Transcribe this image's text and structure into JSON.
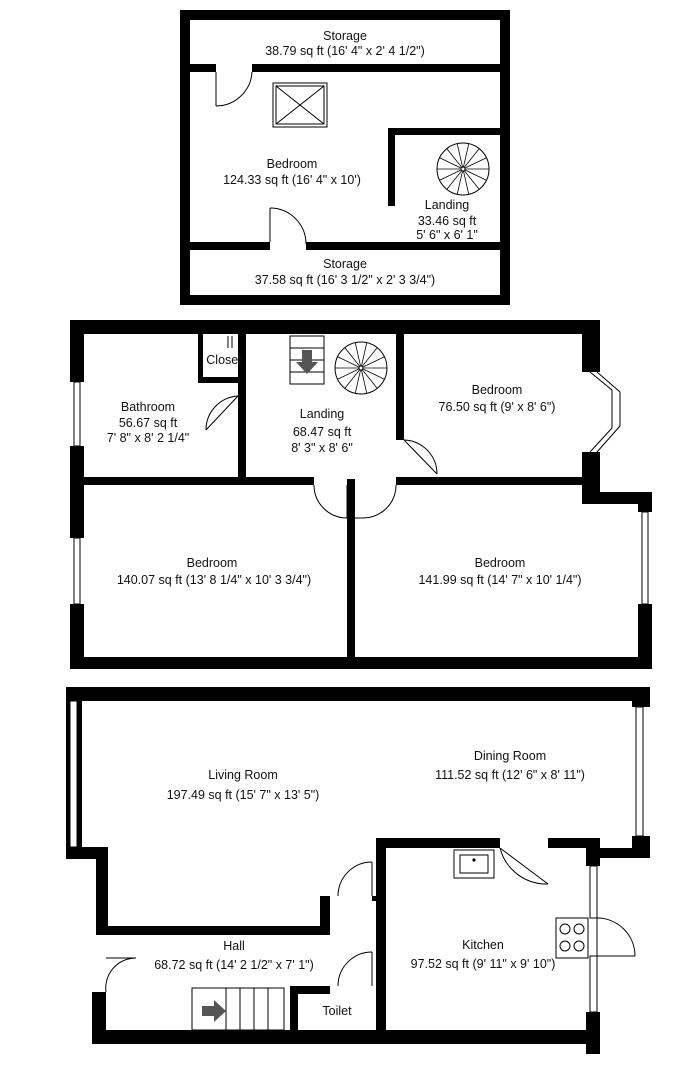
{
  "floors": {
    "top": {
      "storage_top": {
        "name": "Storage",
        "area": "38.79 sq ft (16' 4\" x 2' 4 1/2\")"
      },
      "bedroom": {
        "name": "Bedroom",
        "area": "124.33 sq ft (16' 4\" x 10')"
      },
      "landing": {
        "name": "Landing",
        "area": "33.46 sq ft",
        "dims": "5' 6\" x 6' 1\""
      },
      "storage_bottom": {
        "name": "Storage",
        "area": "37.58 sq ft (16' 3 1/2\" x 2' 3 3/4\")"
      }
    },
    "middle": {
      "closet": {
        "name": "Closet"
      },
      "bathroom": {
        "name": "Bathroom",
        "area": "56.67 sq ft",
        "dims": "7' 8\" x 8' 2 1/4\""
      },
      "landing": {
        "name": "Landing",
        "area": "68.47 sq ft",
        "dims": "8' 3\" x 8' 6\""
      },
      "bedroom_ne": {
        "name": "Bedroom",
        "area": "76.50 sq ft (9' x 8' 6\")"
      },
      "bedroom_sw": {
        "name": "Bedroom",
        "area": "140.07 sq ft (13' 8 1/4\" x 10' 3 3/4\")"
      },
      "bedroom_se": {
        "name": "Bedroom",
        "area": "141.99 sq ft (14' 7\" x 10' 1/4\")"
      }
    },
    "ground": {
      "living": {
        "name": "Living Room",
        "area": "197.49 sq ft (15' 7\" x 13' 5\")"
      },
      "dining": {
        "name": "Dining Room",
        "area": "111.52 sq ft (12' 6\" x 8' 11\")"
      },
      "hall": {
        "name": "Hall",
        "area": "68.72 sq ft (14' 2 1/2\" x 7' 1\")"
      },
      "kitchen": {
        "name": "Kitchen",
        "area": "97.52 sq ft (9' 11\" x 9' 10\")"
      },
      "toilet": {
        "name": "Toilet"
      }
    }
  }
}
